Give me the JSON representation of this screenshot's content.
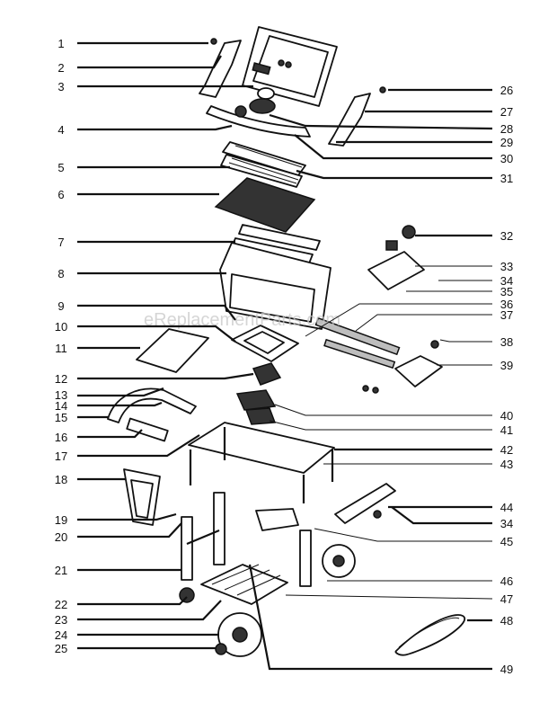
{
  "watermark": "eReplacementParts.com",
  "callouts_left": [
    "1",
    "2",
    "3",
    "4",
    "5",
    "6",
    "7",
    "8",
    "9",
    "10",
    "11",
    "12",
    "13",
    "14",
    "15",
    "16",
    "17",
    "18",
    "19",
    "20",
    "21",
    "22",
    "23",
    "24",
    "25"
  ],
  "callouts_right": [
    "26",
    "27",
    "28",
    "29",
    "30",
    "31",
    "32",
    "33",
    "34",
    "35",
    "36",
    "37",
    "38",
    "39",
    "40",
    "41",
    "42",
    "43",
    "44",
    "34",
    "45",
    "46",
    "47",
    "48",
    "49"
  ]
}
